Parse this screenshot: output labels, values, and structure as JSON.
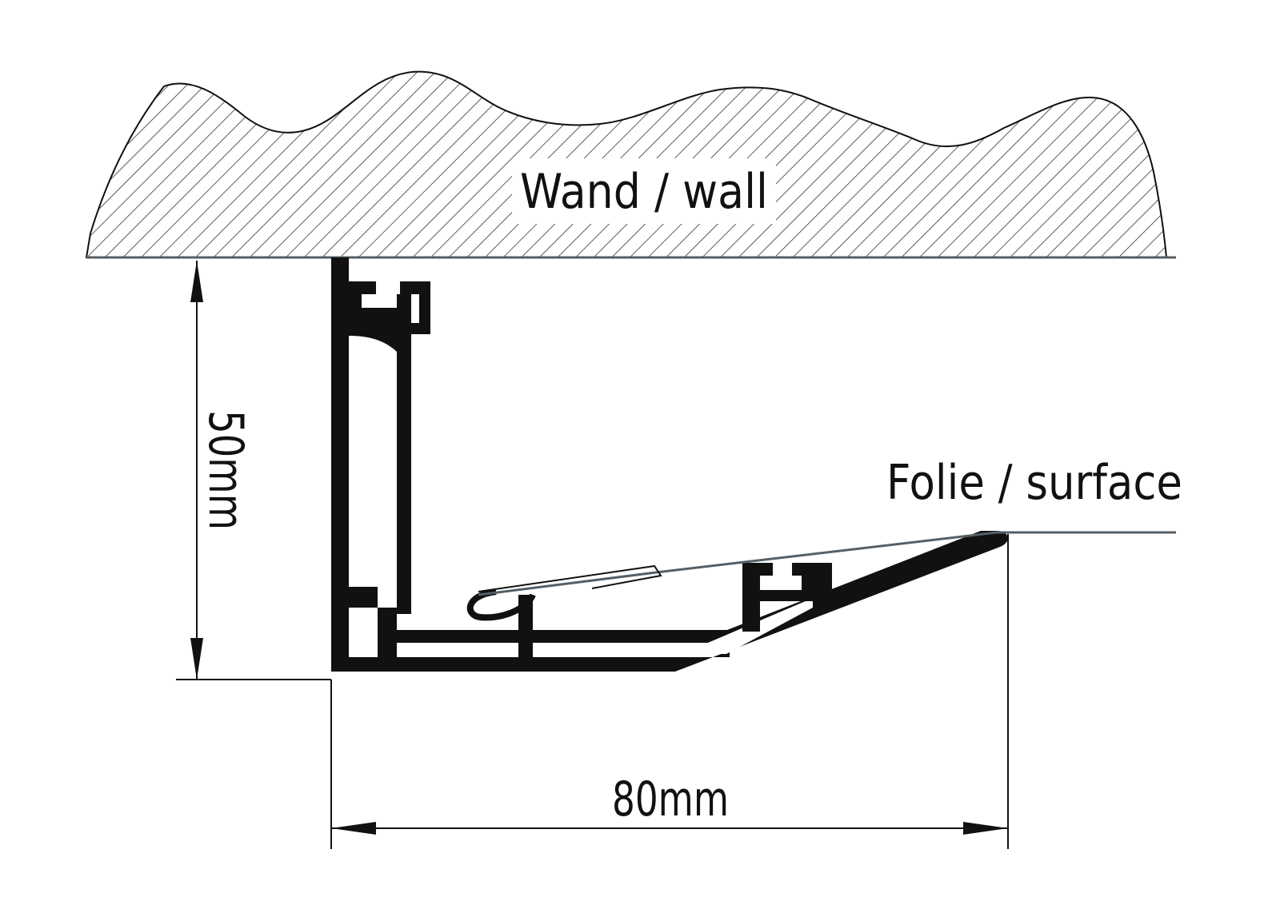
{
  "labels": {
    "wall": "Wand / wall",
    "surface": "Folie / surface",
    "height_dimension": "50mm",
    "width_dimension": "80mm"
  },
  "colors": {
    "line": "#111111",
    "surface_line": "#555f66",
    "hatch": "#333333",
    "background": "#ffffff"
  }
}
